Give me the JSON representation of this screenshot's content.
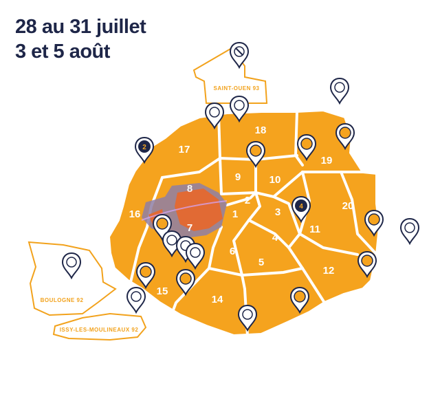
{
  "title": {
    "line1": "28 au 31 juillet",
    "line2": "3 et 5 août"
  },
  "colors": {
    "paris_fill": "#f5a31e",
    "border_white": "#ffffff",
    "navy": "#1e2648",
    "highlight_purple": "#8e7fa6",
    "highlight_red": "#e8672a",
    "suburb_outline": "#f2a21c"
  },
  "arrondissements": [
    "1",
    "2",
    "3",
    "4",
    "5",
    "6",
    "7",
    "8",
    "9",
    "10",
    "11",
    "12",
    "14",
    "15",
    "16",
    "17",
    "18",
    "19",
    "20"
  ],
  "suburbs": {
    "saint_ouen": "SAINT-OUEN 93",
    "boulogne": "BOULOGNE 92",
    "issy": "ISSY-LES-MOULINEAUX 92"
  },
  "pin_labels": {
    "pin_2": "2",
    "pin_4": "4"
  }
}
